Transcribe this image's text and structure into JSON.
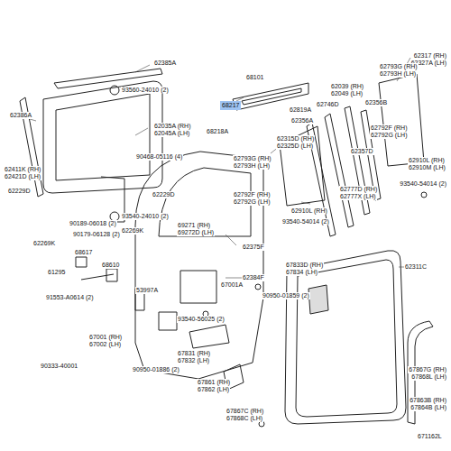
{
  "diagram": {
    "nodes": [
      {
        "text": [
          "68217"
        ]
      }
    ],
    "labels": [
      "62385A",
      "62386A",
      "93560-24010 (2)",
      "62035A (RH)",
      "62045A (LH)",
      "62411K (RH)",
      "62421D (LH)",
      "62229D",
      "62229D",
      "93540-24010 (2)",
      "62269K",
      "62269K",
      "68101",
      "68218A",
      "62819A",
      "62315D (RH)",
      "62325D (LH)",
      "90468-05116 (4)",
      "62793G (RH)",
      "62793H (LH)",
      "62792F (RH)",
      "62792G (LH)",
      "69271 (RH)",
      "69272D (LH)",
      "62375F",
      "62384F",
      "62039 (RH)",
      "62049 (LH)",
      "62746D",
      "62356A",
      "62356B",
      "62357D",
      "62317 (RH)",
      "62327A (LH)",
      "62793G (RH)",
      "62793H (LH)",
      "62792F (RH)",
      "62792G (LH)",
      "62910L (RH)",
      "62910M (LH)",
      "93540-54014 (2)",
      "62777D (RH)",
      "62777X (LH)",
      "62910L (RH)",
      "93540-54014 (2)",
      "90189-06018 (2)",
      "90179-06128 (2)",
      "68617",
      "68610",
      "61295",
      "53997A",
      "91553-A0614 (2)",
      "67001 (RH)",
      "67002 (LH)",
      "90333-40001",
      "93540-56025 (2)",
      "67001A",
      "90950-01859 (2)",
      "90950-01886 (2)",
      "67831 (RH)",
      "67832 (LH)",
      "67861 (RH)",
      "67862 (LH)",
      "67867C (RH)",
      "67868C (LH)",
      "67833D (RH)",
      "67834 (LH)",
      "62311C",
      "67867G (RH)",
      "67868L (LH)",
      "67863B (RH)",
      "67864B (LH)",
      "671162L"
    ]
  }
}
